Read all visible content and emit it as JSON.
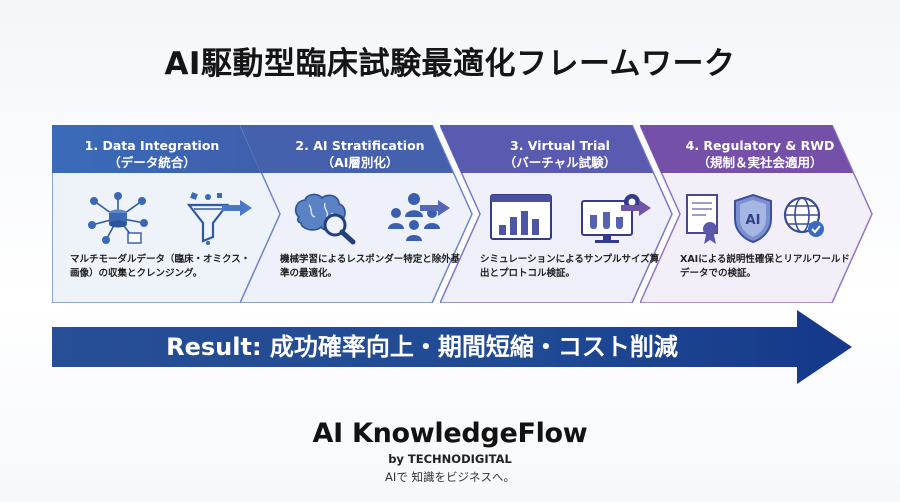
{
  "title": "AI駆動型臨床試験最適化フレームワーク",
  "colors": {
    "step1": "#3c64b2",
    "step2": "#4560ad",
    "step3": "#5a5bb0",
    "step4": "#7450a8",
    "result": "#1f4d9a",
    "connector": "#4a78c4"
  },
  "steps": [
    {
      "title": "1. Data Integration",
      "subtitle": "（データ統合）",
      "icons": [
        "network-database-icon",
        "funnel-icon"
      ],
      "desc": "マルチモーダルデータ（臨床・オミクス・画像）の収集とクレンジング。"
    },
    {
      "title": "2. AI Stratification",
      "subtitle": "（AI層別化）",
      "icons": [
        "brain-search-icon",
        "people-group-icon"
      ],
      "desc": "機械学習によるレスポンダー特定と除外基準の最適化。"
    },
    {
      "title": "3. Virtual Trial",
      "subtitle": "（バーチャル試験）",
      "icons": [
        "bar-chart-window-icon",
        "test-tube-monitor-icon"
      ],
      "desc": "シミュレーションによるサンプルサイズ算出とプロトコル検証。"
    },
    {
      "title": "4. Regulatory & RWD",
      "subtitle": "（規制＆実社会適用）",
      "icons": [
        "certificate-icon",
        "ai-shield-icon",
        "globe-check-icon"
      ],
      "desc": "XAIによる説明性確保とリアルワールドデータでの検証。"
    }
  ],
  "result": {
    "text": "Result: 成功確率向上・期間短縮・コスト削減"
  },
  "brand": {
    "name": "AI KnowledgeFlow",
    "by": "by TECHNODIGITAL",
    "tagline": "AIで 知識をビジネスへ。"
  }
}
